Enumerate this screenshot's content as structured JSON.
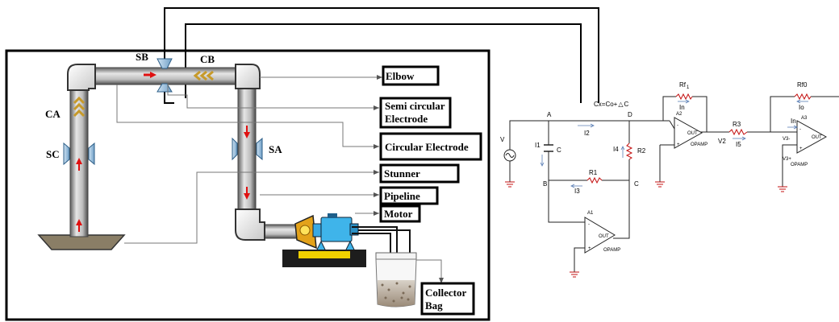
{
  "apparatus": {
    "sensor_labels": {
      "sb": "SB",
      "cb": "CB",
      "ca": "CA",
      "sc": "SC",
      "sa": "SA"
    },
    "callouts": {
      "elbow": "Elbow",
      "semi_circular_1": "Semi circular",
      "semi_circular_2": "Electrode",
      "circular_electrode": "Circular Electrode",
      "stunner": "Stunner",
      "pipeline": "Pipeline",
      "motor": "Motor",
      "collector_1": "Collector",
      "collector_2": "Bag"
    }
  },
  "circuit": {
    "source": "V",
    "nodes": {
      "a": "A",
      "b": "B",
      "c": "C",
      "d": "D"
    },
    "capacitance_eq": "Cx=Co+",
    "delta_symbol": "△",
    "delta_var": "C",
    "cap_label": "C",
    "r1": "R1",
    "r2": "R2",
    "r3": "R3",
    "rf1": "Rf",
    "rf1_sub": "1",
    "rf0": "Rf0",
    "currents": {
      "i1": "I1",
      "i2": "I2",
      "i3": "I3",
      "i4": "I4",
      "i5": "I5",
      "in1": "In",
      "io": "Io",
      "in2": "In"
    },
    "v2": "V2",
    "v3_minus": "V3-",
    "v3_plus": "V3+",
    "a1": "A1",
    "a2": "A2",
    "a3": "A3",
    "out": "OUT",
    "opamp": "OPAMP"
  }
}
